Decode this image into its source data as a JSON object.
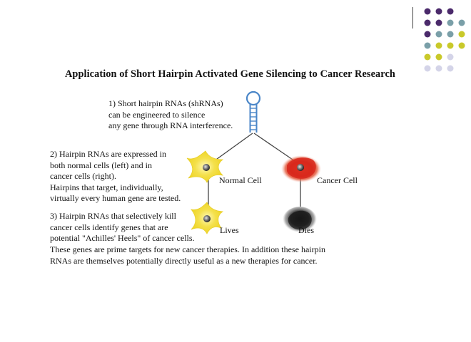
{
  "title": "Application of Short Hairpin Activated Gene Silencing to Cancer Research",
  "steps": {
    "step1": "1) Short hairpin RNAs (shRNAs)\ncan be engineered to silence\nany gene through RNA interference.",
    "step2": "2) Hairpin RNAs are expressed in\nboth normal cells (left) and in\ncancer cells (right).\nHairpins that target, individually,\nvirtually every human gene are tested.",
    "step3": "3) Hairpin RNAs that selectively kill\ncancer cells identify genes that are\npotential \"Achilles' Heels\" of cancer cells.",
    "step3b": "These genes are prime targets for new cancer therapies. In addition these hairpin\nRNAs are themselves potentially directly useful as a new therapies for cancer."
  },
  "labels": {
    "normal_cell": "Normal Cell",
    "cancer_cell": "Cancer Cell",
    "lives": "Lives",
    "dies": "Dies"
  },
  "colors": {
    "dot_purple": "#4b2a6b",
    "dot_teal": "#7a9fa8",
    "dot_yellow": "#c9c92a",
    "dot_lavender": "#d4d4e8",
    "hairpin_blue": "#4a86c8",
    "normal_cell": "#f4e04a",
    "cancer_cell": "#d8281c",
    "dead_cell": "#222222"
  }
}
